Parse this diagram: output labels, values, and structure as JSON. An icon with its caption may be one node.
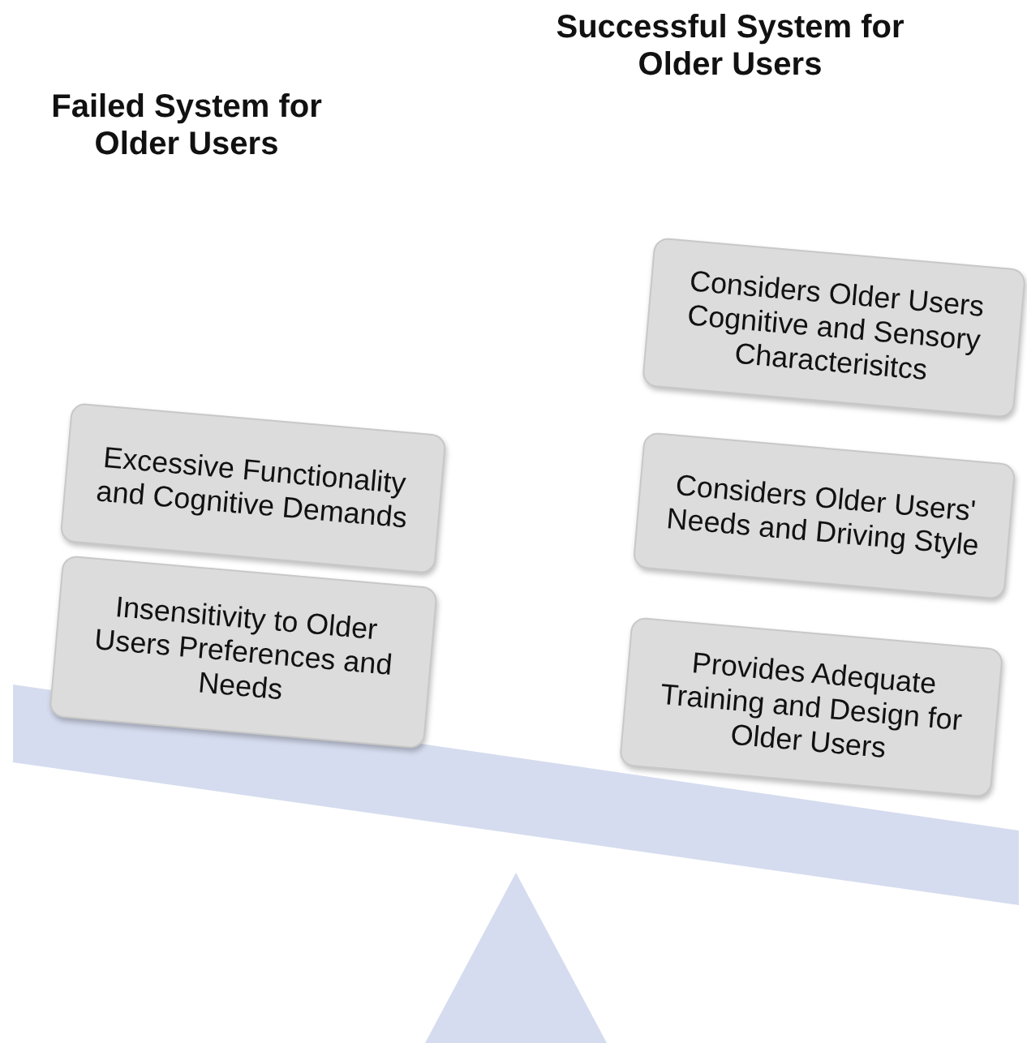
{
  "diagram": {
    "nodes": [
      {
        "text": [
          "Excessive Functionality and Cognitive Demands"
        ]
      },
      {
        "text": [
          "Insensitivity to Older Users Preferences and Needs"
        ]
      },
      {
        "text": [
          "Considers Older Users Cognitive and Sensory Characterisitcs"
        ]
      },
      {
        "text": [
          "Considers Older Users' Needs and Driving Style"
        ]
      },
      {
        "text": [
          "Provides Adequate Training and Design for Older Users"
        ]
      }
    ],
    "edges": [],
    "labels": [
      "Failed System for Older Users",
      "Successful System for Older Users"
    ]
  }
}
